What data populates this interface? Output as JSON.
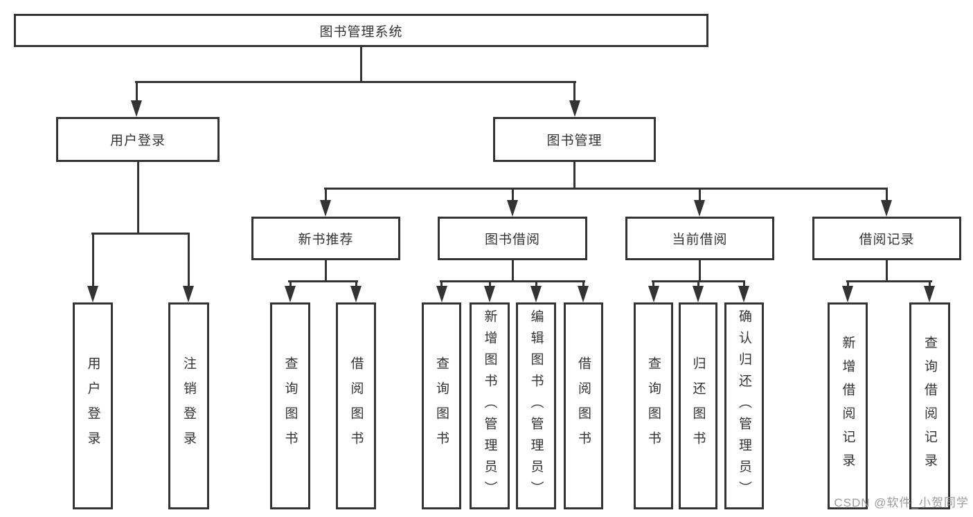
{
  "colors": {
    "line": "#333333",
    "text": "#333333",
    "box_bg": "#ffffff",
    "background": "#ffffff",
    "watermark": "#9b9b9b"
  },
  "nodes": {
    "root": {
      "label": "图书管理系统"
    },
    "user_login": {
      "label": "用户登录"
    },
    "book_mgmt": {
      "label": "图书管理"
    },
    "new_book_rec": {
      "label": "新书推荐"
    },
    "book_borrow": {
      "label": "图书借阅"
    },
    "current_borrow": {
      "label": "当前借阅"
    },
    "borrow_record": {
      "label": "借阅记录"
    },
    "ul_login": {
      "label": "用户登录"
    },
    "ul_logout": {
      "label": "注销登录"
    },
    "nbr_query": {
      "label": "查询图书"
    },
    "nbr_borrow": {
      "label": "借阅图书"
    },
    "bb_query": {
      "label": "查询图书"
    },
    "bb_add": {
      "label": "新增图书（管理员）"
    },
    "bb_edit": {
      "label": "编辑图书（管理员）"
    },
    "bb_borrow": {
      "label": "借阅图书"
    },
    "cb_query": {
      "label": "查询图书"
    },
    "cb_return": {
      "label": "归还图书"
    },
    "cb_confirm": {
      "label": "确认归还（管理员）"
    },
    "br_add": {
      "label": "新增借阅记录"
    },
    "br_query": {
      "label": "查询借阅记录"
    }
  },
  "structure": {
    "root": [
      "user_login",
      "book_mgmt"
    ],
    "user_login": [
      "ul_login",
      "ul_logout"
    ],
    "book_mgmt": [
      "new_book_rec",
      "book_borrow",
      "current_borrow",
      "borrow_record"
    ],
    "new_book_rec": [
      "nbr_query",
      "nbr_borrow"
    ],
    "book_borrow": [
      "bb_query",
      "bb_add",
      "bb_edit",
      "bb_borrow"
    ],
    "current_borrow": [
      "cb_query",
      "cb_return",
      "cb_confirm"
    ],
    "borrow_record": [
      "br_add",
      "br_query"
    ]
  },
  "watermark": {
    "text": "CSDN @软件_小贺同学"
  }
}
